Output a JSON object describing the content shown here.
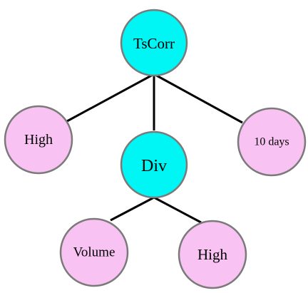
{
  "tree": {
    "colors": {
      "operator_fill": "#00f5f5",
      "operand_fill": "#f8c2f2",
      "node_stroke": "#7a7a7a",
      "edge": "#000000"
    },
    "root": {
      "label": "TsCorr",
      "kind": "operator",
      "children": [
        {
          "label": "High",
          "kind": "operand"
        },
        {
          "label": "Div",
          "kind": "operator",
          "children": [
            {
              "label": "Volume",
              "kind": "operand"
            },
            {
              "label": "High",
              "kind": "operand"
            }
          ]
        },
        {
          "label": "10 days",
          "kind": "operand"
        }
      ]
    }
  }
}
